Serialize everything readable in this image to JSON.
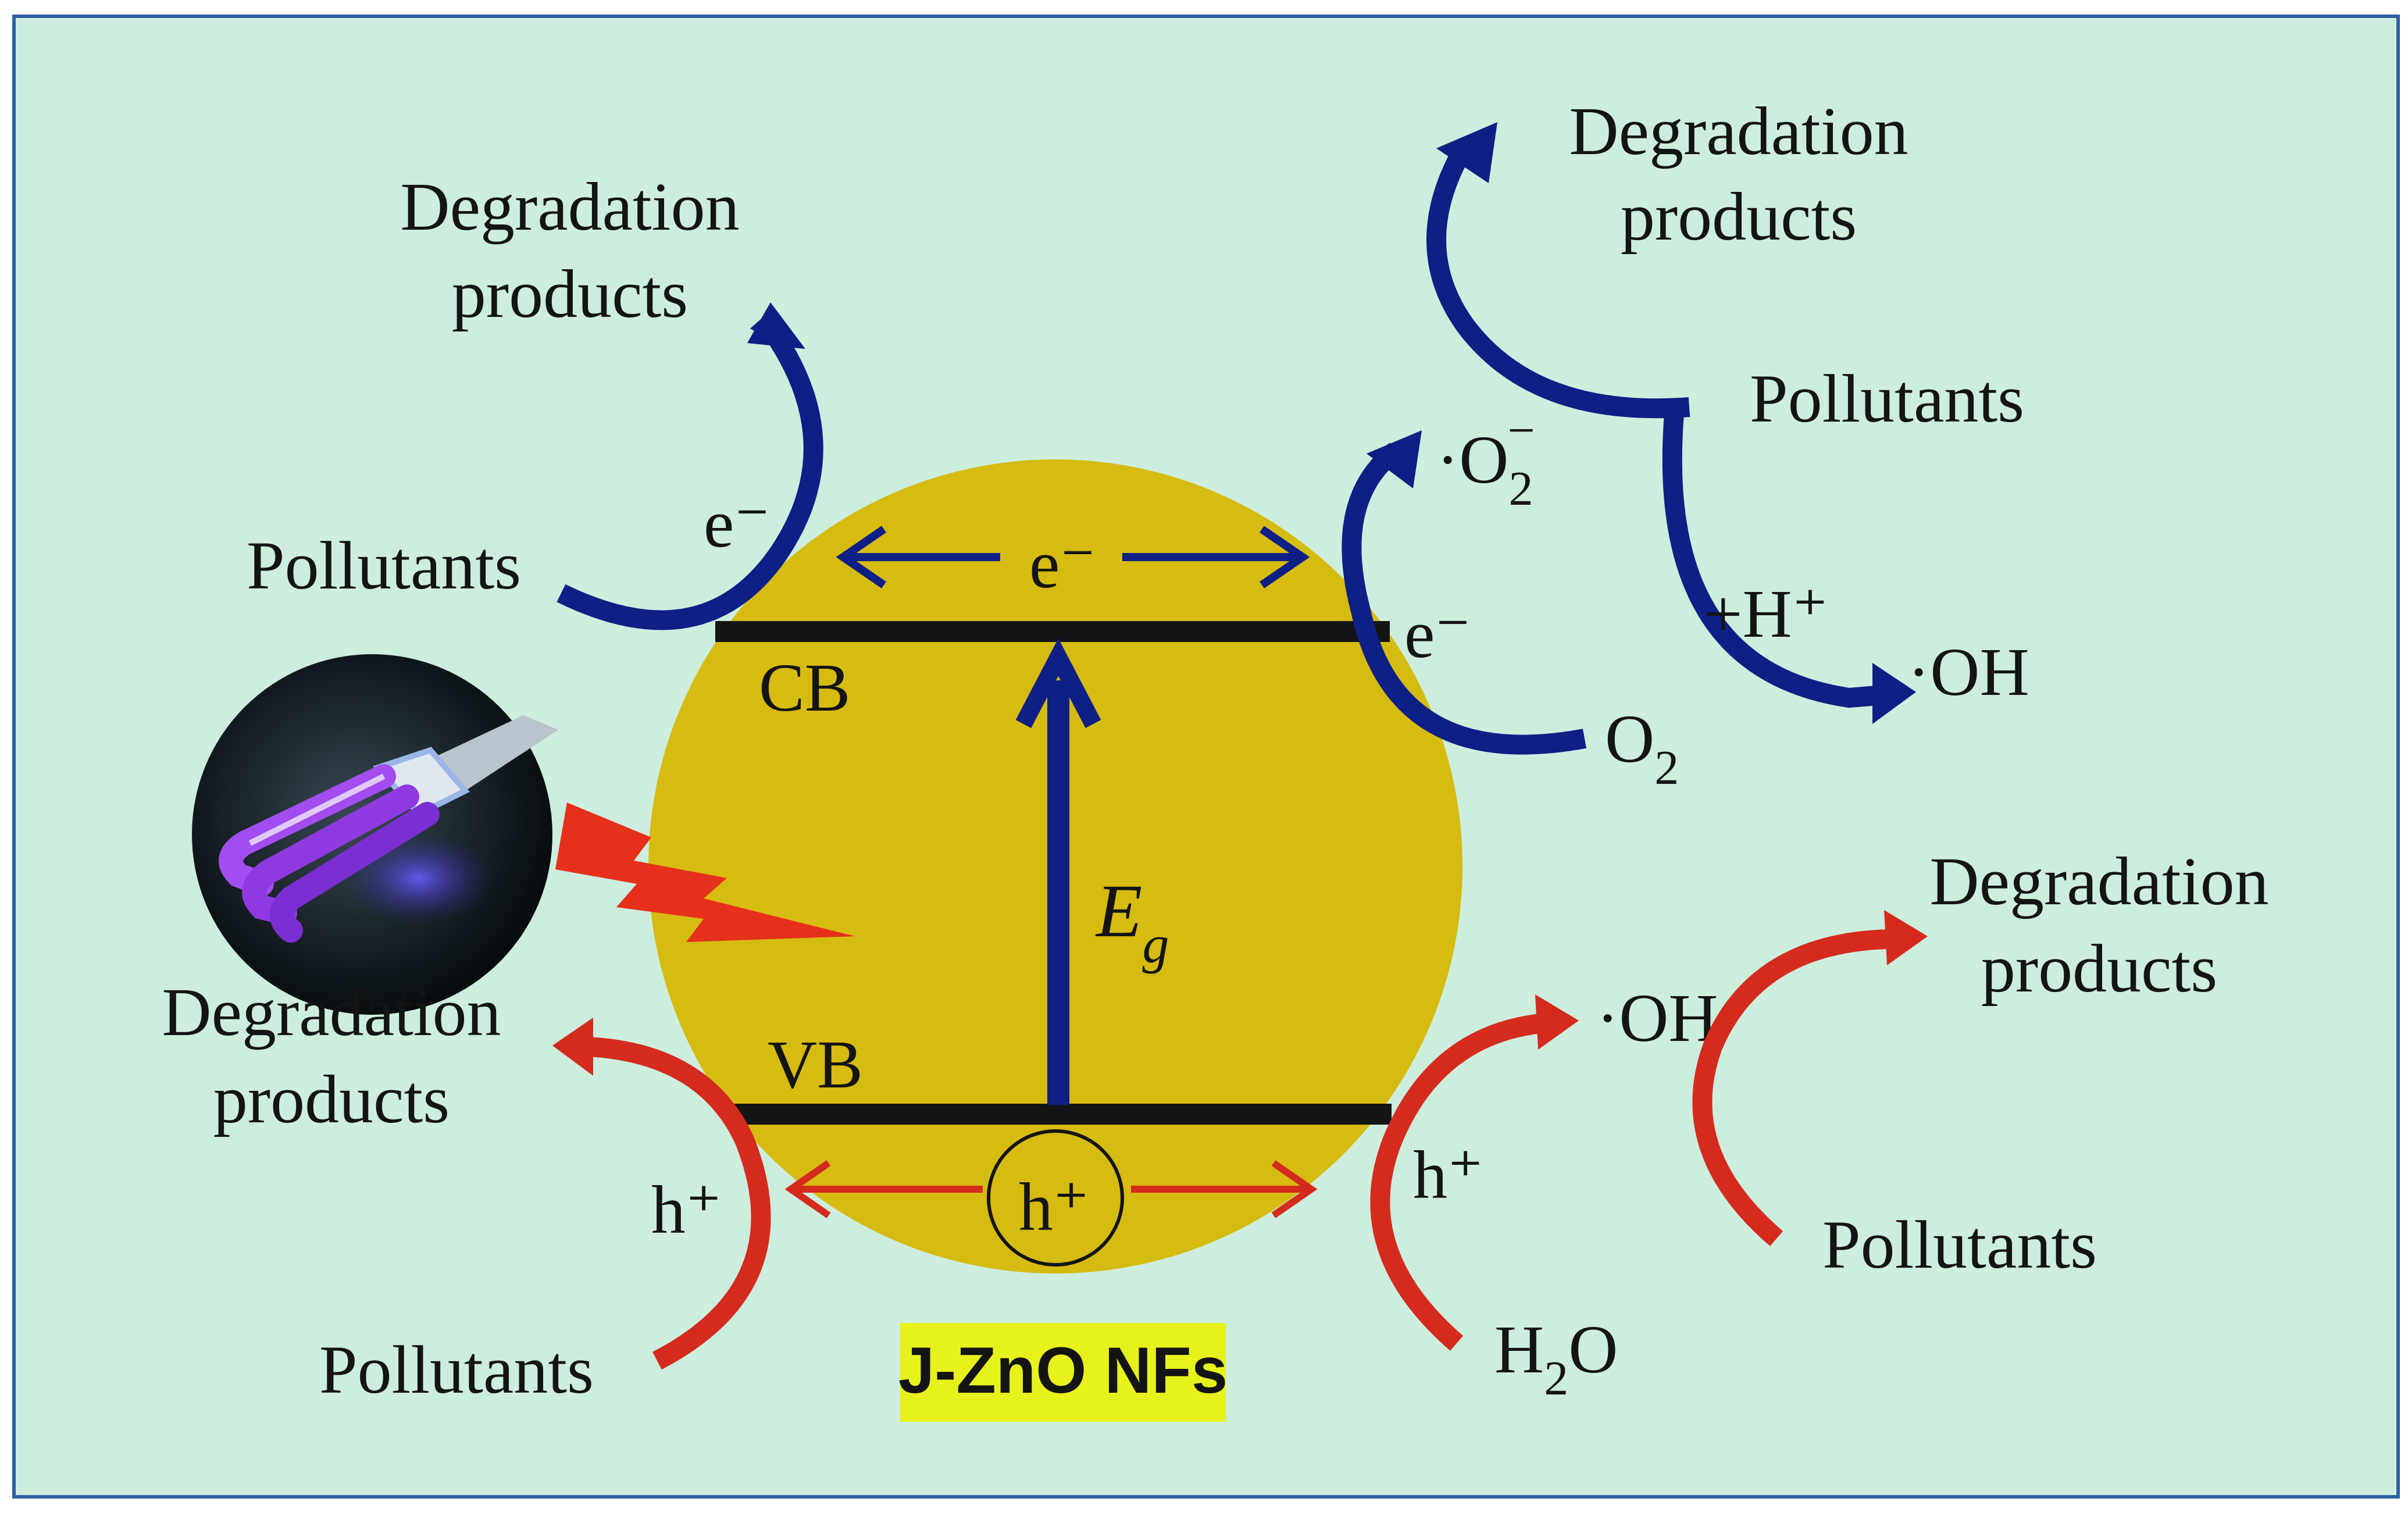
{
  "colors": {
    "background": "#cdeedd",
    "frame": "#2f5fa0",
    "particle": "#d6bb10",
    "band": "#141414",
    "electron_arrow": "#0e1f86",
    "hole_arrow": "#d42b1e",
    "lightning": "#e6301c",
    "label_highlight": "#e7f21c"
  },
  "icons": {
    "lamp": "uv-lamp-icon",
    "lightning": "lightning-bolt-icon"
  },
  "particle": {
    "label": "J-ZnO NFs",
    "cb_label": "CB",
    "vb_label": "VB",
    "gap_symbol": "E",
    "gap_subscript": "g",
    "electron_in_band": "e⁻",
    "hole_in_band": "h⁺"
  },
  "top_left": {
    "products_line1": "Degradation",
    "products_line2": "products",
    "pollutants": "Pollutants",
    "carrier": "e⁻"
  },
  "top_right": {
    "carrier": "e⁻",
    "o2": "O",
    "o2_sub": "2",
    "superoxide_prefix": "·O",
    "superoxide_sub": "2",
    "superoxide_sup": "−",
    "pollutants": "Pollutants",
    "products_line1": "Degradation",
    "products_line2": "products",
    "proton": "+H⁺",
    "hydroxyl": "·OH"
  },
  "bottom_left": {
    "products_line1": "Degradation",
    "products_line2": "products",
    "carrier": "h⁺",
    "pollutants": "Pollutants"
  },
  "bottom_right": {
    "carrier": "h⁺",
    "water_h": "H",
    "water_sub": "2",
    "water_o": "O",
    "hydroxyl": "·OH",
    "products_line1": "Degradation",
    "products_line2": "products",
    "pollutants": "Pollutants"
  }
}
